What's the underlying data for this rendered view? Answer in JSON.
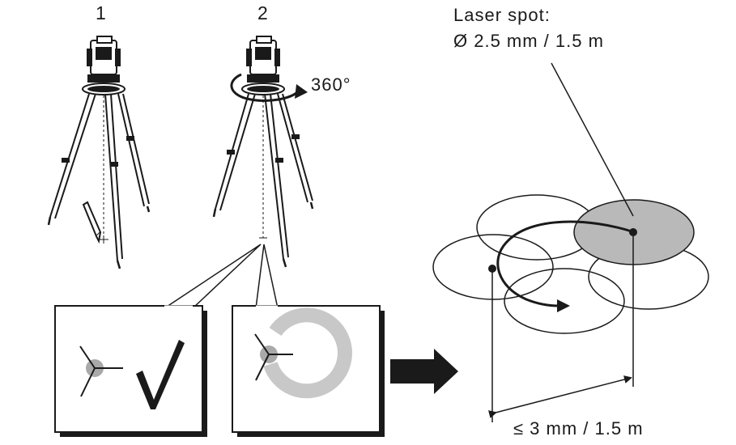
{
  "steps": {
    "first": "1",
    "second": "2"
  },
  "rotation_label": "360°",
  "laser_spot": {
    "title": "Laser spot:",
    "spec": "Ø 2.5 mm / 1.5 m"
  },
  "tolerance_label": "≤ 3 mm / 1.5 m",
  "colors": {
    "ink": "#1a1a1a",
    "spot_fill": "#b9b9b9",
    "ring_gray": "#c8c8c8",
    "dot_gray": "#a9a9a9"
  },
  "icons": [
    "checkmark-icon",
    "rotation-arrow-icon",
    "right-arrow-icon",
    "plumb-point-icon"
  ]
}
